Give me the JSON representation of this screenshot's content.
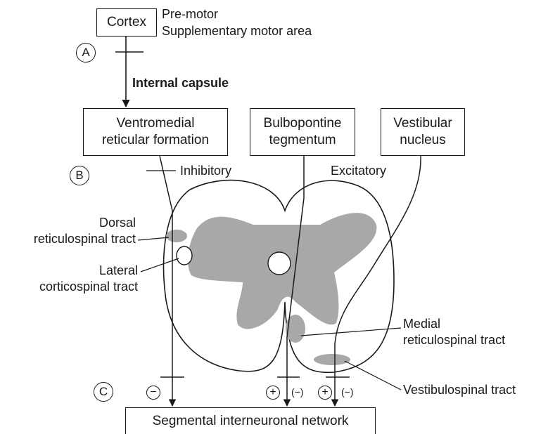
{
  "boxes": {
    "cortex": "Cortex",
    "ventromedial": [
      "Ventromedial",
      "reticular formation"
    ],
    "bulbopontine": [
      "Bulbopontine",
      "tegmentum"
    ],
    "vestibular": [
      "Vestibular",
      "nucleus"
    ],
    "segmental": "Segmental interneuronal network"
  },
  "cortex_areas": [
    "Pre-motor",
    "Supplementary motor area"
  ],
  "internal_capsule": "Internal capsule",
  "inhibitory": "Inhibitory",
  "excitatory": "Excitatory",
  "tracts": {
    "dorsal": [
      "Dorsal",
      "reticulospinal tract"
    ],
    "lateral": [
      "Lateral",
      "corticospinal tract"
    ],
    "medial": [
      "Medial",
      "reticulospinal tract"
    ],
    "vestibulospinal": "Vestibulospinal tract"
  },
  "markers": {
    "a": "A",
    "b": "B",
    "c": "C"
  },
  "signs": {
    "minus": "−",
    "plus": "+",
    "paren_minus": "(−)"
  },
  "colors": {
    "grey_matter": "#a8a8a8",
    "line": "#1a1a1a"
  }
}
